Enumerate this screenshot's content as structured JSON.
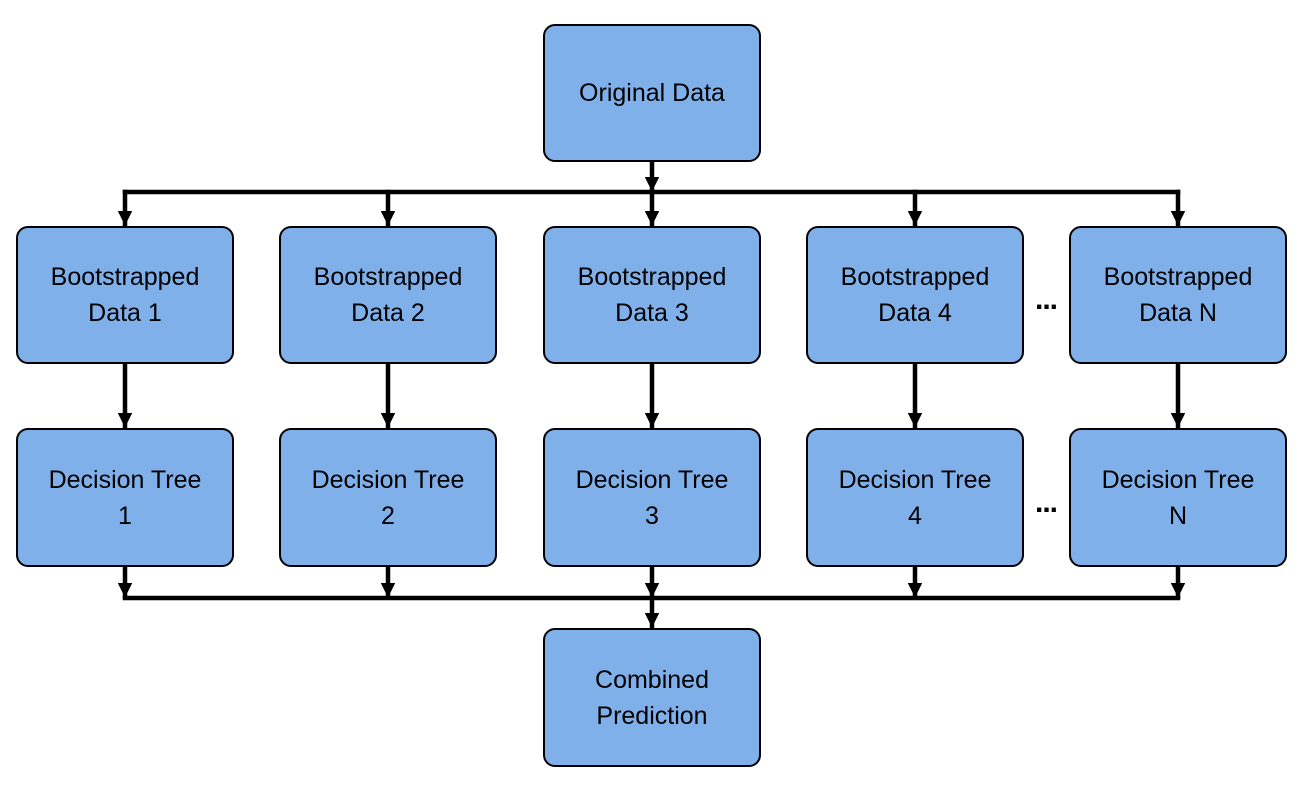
{
  "colors": {
    "box_fill": "#7fb0ea",
    "box_border": "#000000",
    "connector": "#000000",
    "background": "#ffffff"
  },
  "diagram": {
    "source": {
      "line1": "Original Data"
    },
    "bootstrapped": [
      {
        "line1": "Bootstrapped",
        "line2": "Data 1"
      },
      {
        "line1": "Bootstrapped",
        "line2": "Data 2"
      },
      {
        "line1": "Bootstrapped",
        "line2": "Data 3"
      },
      {
        "line1": "Bootstrapped",
        "line2": "Data 4"
      },
      {
        "line1": "Bootstrapped",
        "line2": "Data N"
      }
    ],
    "trees": [
      {
        "line1": "Decision Tree",
        "line2": "1"
      },
      {
        "line1": "Decision Tree",
        "line2": "2"
      },
      {
        "line1": "Decision Tree",
        "line2": "3"
      },
      {
        "line1": "Decision Tree",
        "line2": "4"
      },
      {
        "line1": "Decision Tree",
        "line2": "N"
      }
    ],
    "result": {
      "line1": "Combined",
      "line2": "Prediction"
    },
    "ellipsis": "..."
  }
}
